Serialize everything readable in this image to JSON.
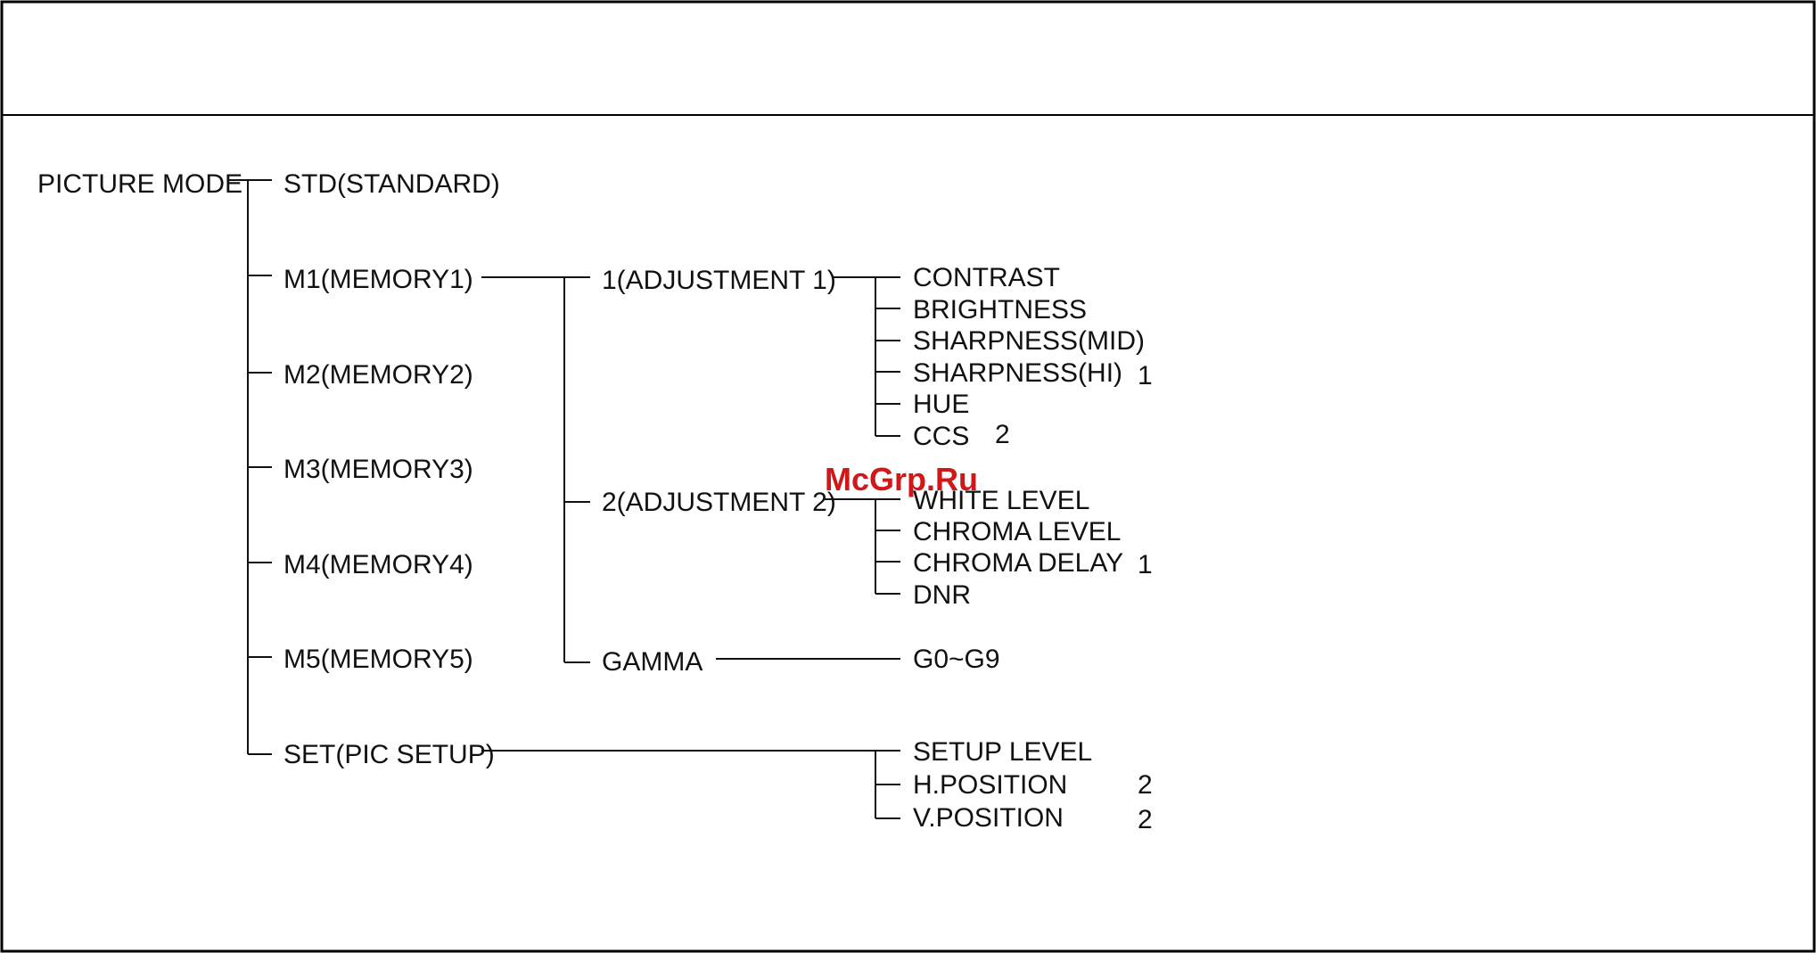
{
  "root": "PICTURE MODE",
  "modes": [
    "STD(STANDARD)",
    "M1(MEMORY1)",
    "M2(MEMORY2)",
    "M3(MEMORY3)",
    "M4(MEMORY4)",
    "M5(MEMORY5)",
    "SET(PIC SETUP)"
  ],
  "m1_items": [
    "1(ADJUSTMENT 1)",
    "2(ADJUSTMENT 2)",
    "GAMMA"
  ],
  "adj1_items": [
    "CONTRAST",
    "BRIGHTNESS",
    "SHARPNESS(MID)",
    "SHARPNESS(HI)",
    "HUE",
    "CCS"
  ],
  "adj2_items": [
    "WHITE LEVEL",
    "CHROMA LEVEL",
    "CHROMA DELAY",
    "DNR"
  ],
  "gamma_value": "G0~G9",
  "setup_items": [
    "SETUP LEVEL",
    "H.POSITION",
    "V.POSITION"
  ],
  "notes": {
    "sharpness_hi": "1",
    "ccs": "2",
    "chroma_delay": "1",
    "h_position": "2",
    "v_position": "2"
  },
  "watermark": "McGrp.Ru"
}
